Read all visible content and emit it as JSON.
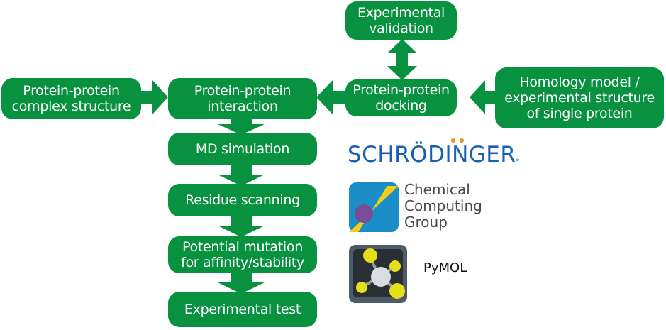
{
  "colors": {
    "box": "#08913f",
    "text": "#ffffff",
    "schrodinger": "#1a5fb4",
    "schrodinger_dots": "#f08a24"
  },
  "boxes": {
    "ppi_complex": "Protein-protein\ncomplex structure",
    "ppi_interaction": "Protein-protein\ninteraction",
    "md_simulation": "MD simulation",
    "residue_scanning": "Residue scanning",
    "potential_mutation": "Potential mutation\nfor affinity/stability",
    "experimental_test": "Experimental test",
    "experimental_validation": "Experimental\nvalidation",
    "ppi_docking": "Protein-protein\ndocking",
    "homology_model": "Homology model /\nexperimental structure\nof single protein"
  },
  "logos": {
    "schrodinger": "SCHRÖDINGER",
    "schrodinger_mark": "»",
    "ccg": "Chemical\nComputing\nGroup",
    "pymol": "PyMOL"
  }
}
